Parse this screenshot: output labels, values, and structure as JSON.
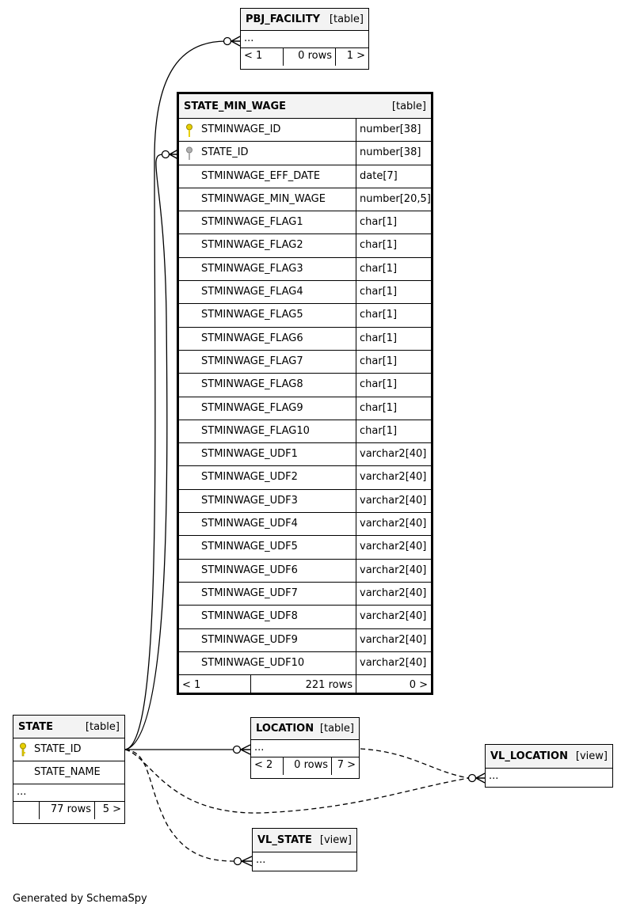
{
  "tables": {
    "pbj_facility": {
      "name": "PBJ_FACILITY",
      "kind": "[table]",
      "ellipsis": "...",
      "footer": [
        "< 1",
        "0 rows",
        "1 >"
      ]
    },
    "state_min_wage": {
      "name": "STATE_MIN_WAGE",
      "kind": "[table]",
      "columns": [
        {
          "name": "STMINWAGE_ID",
          "type": "number[38]",
          "key": "primary"
        },
        {
          "name": "STATE_ID",
          "type": "number[38]",
          "key": "foreign"
        },
        {
          "name": "STMINWAGE_EFF_DATE",
          "type": "date[7]"
        },
        {
          "name": "STMINWAGE_MIN_WAGE",
          "type": "number[20,5]"
        },
        {
          "name": "STMINWAGE_FLAG1",
          "type": "char[1]"
        },
        {
          "name": "STMINWAGE_FLAG2",
          "type": "char[1]"
        },
        {
          "name": "STMINWAGE_FLAG3",
          "type": "char[1]"
        },
        {
          "name": "STMINWAGE_FLAG4",
          "type": "char[1]"
        },
        {
          "name": "STMINWAGE_FLAG5",
          "type": "char[1]"
        },
        {
          "name": "STMINWAGE_FLAG6",
          "type": "char[1]"
        },
        {
          "name": "STMINWAGE_FLAG7",
          "type": "char[1]"
        },
        {
          "name": "STMINWAGE_FLAG8",
          "type": "char[1]"
        },
        {
          "name": "STMINWAGE_FLAG9",
          "type": "char[1]"
        },
        {
          "name": "STMINWAGE_FLAG10",
          "type": "char[1]"
        },
        {
          "name": "STMINWAGE_UDF1",
          "type": "varchar2[40]"
        },
        {
          "name": "STMINWAGE_UDF2",
          "type": "varchar2[40]"
        },
        {
          "name": "STMINWAGE_UDF3",
          "type": "varchar2[40]"
        },
        {
          "name": "STMINWAGE_UDF4",
          "type": "varchar2[40]"
        },
        {
          "name": "STMINWAGE_UDF5",
          "type": "varchar2[40]"
        },
        {
          "name": "STMINWAGE_UDF6",
          "type": "varchar2[40]"
        },
        {
          "name": "STMINWAGE_UDF7",
          "type": "varchar2[40]"
        },
        {
          "name": "STMINWAGE_UDF8",
          "type": "varchar2[40]"
        },
        {
          "name": "STMINWAGE_UDF9",
          "type": "varchar2[40]"
        },
        {
          "name": "STMINWAGE_UDF10",
          "type": "varchar2[40]"
        }
      ],
      "footer": [
        "< 1",
        "221 rows",
        "0 >"
      ]
    },
    "state": {
      "name": "STATE",
      "kind": "[table]",
      "col_id": "STATE_ID",
      "col_name": "STATE_NAME",
      "ellipsis": "...",
      "footer": [
        "",
        "77 rows",
        "5 >"
      ]
    },
    "location": {
      "name": "LOCATION",
      "kind": "[table]",
      "ellipsis": "...",
      "footer": [
        "< 2",
        "0 rows",
        "7 >"
      ]
    },
    "vl_location": {
      "name": "VL_LOCATION",
      "kind": "[view]",
      "ellipsis": "..."
    },
    "vl_state": {
      "name": "VL_STATE",
      "kind": "[view]",
      "ellipsis": "..."
    }
  },
  "key_colors": {
    "primary": "#e8d000",
    "foreign": "#b0b0b0"
  },
  "credit": "Generated by SchemaSpy"
}
